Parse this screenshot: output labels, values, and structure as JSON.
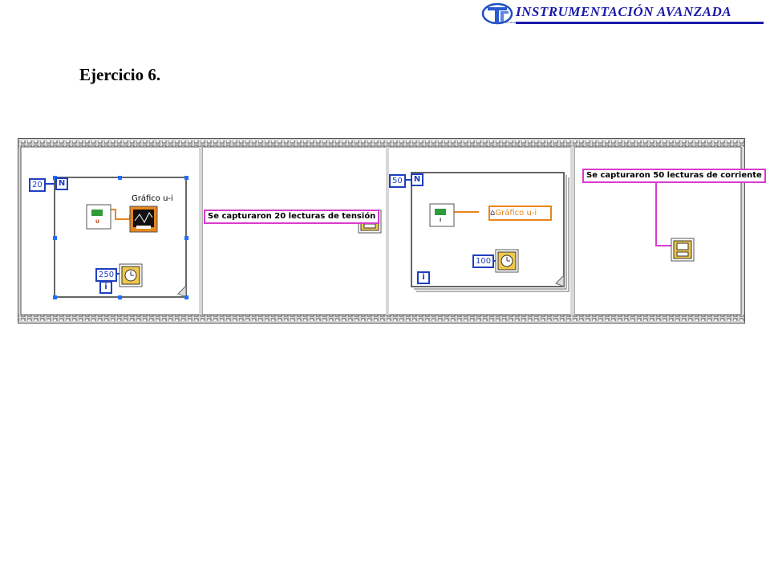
{
  "header": {
    "title": "INSTRUMENTACIÓN AVANZADA",
    "logo_text": "FACULTAD DE INGENIERÍA"
  },
  "page": {
    "title": "Ejercicio 6."
  },
  "diagram": {
    "frames": [
      {
        "loop_count": "20",
        "loop_label": "N",
        "iteration_label": "i",
        "input_terminal": "U",
        "graph_label": "Gráfico u-i",
        "wait_ms": "250"
      },
      {
        "message": "Se capturaron 20 lecturas de tensión"
      },
      {
        "loop_count": "50",
        "loop_label": "N",
        "iteration_label": "i",
        "input_terminal": "I",
        "graph_reference": "Gráfico u-i",
        "wait_ms": "100"
      },
      {
        "message": "Se capturaron 50 lecturas de corriente"
      }
    ],
    "colors": {
      "numeric": "#1f3fbf",
      "string": "#d93ad0",
      "dbl_wire": "#e8851e",
      "frame": "#6b6b6b"
    }
  }
}
